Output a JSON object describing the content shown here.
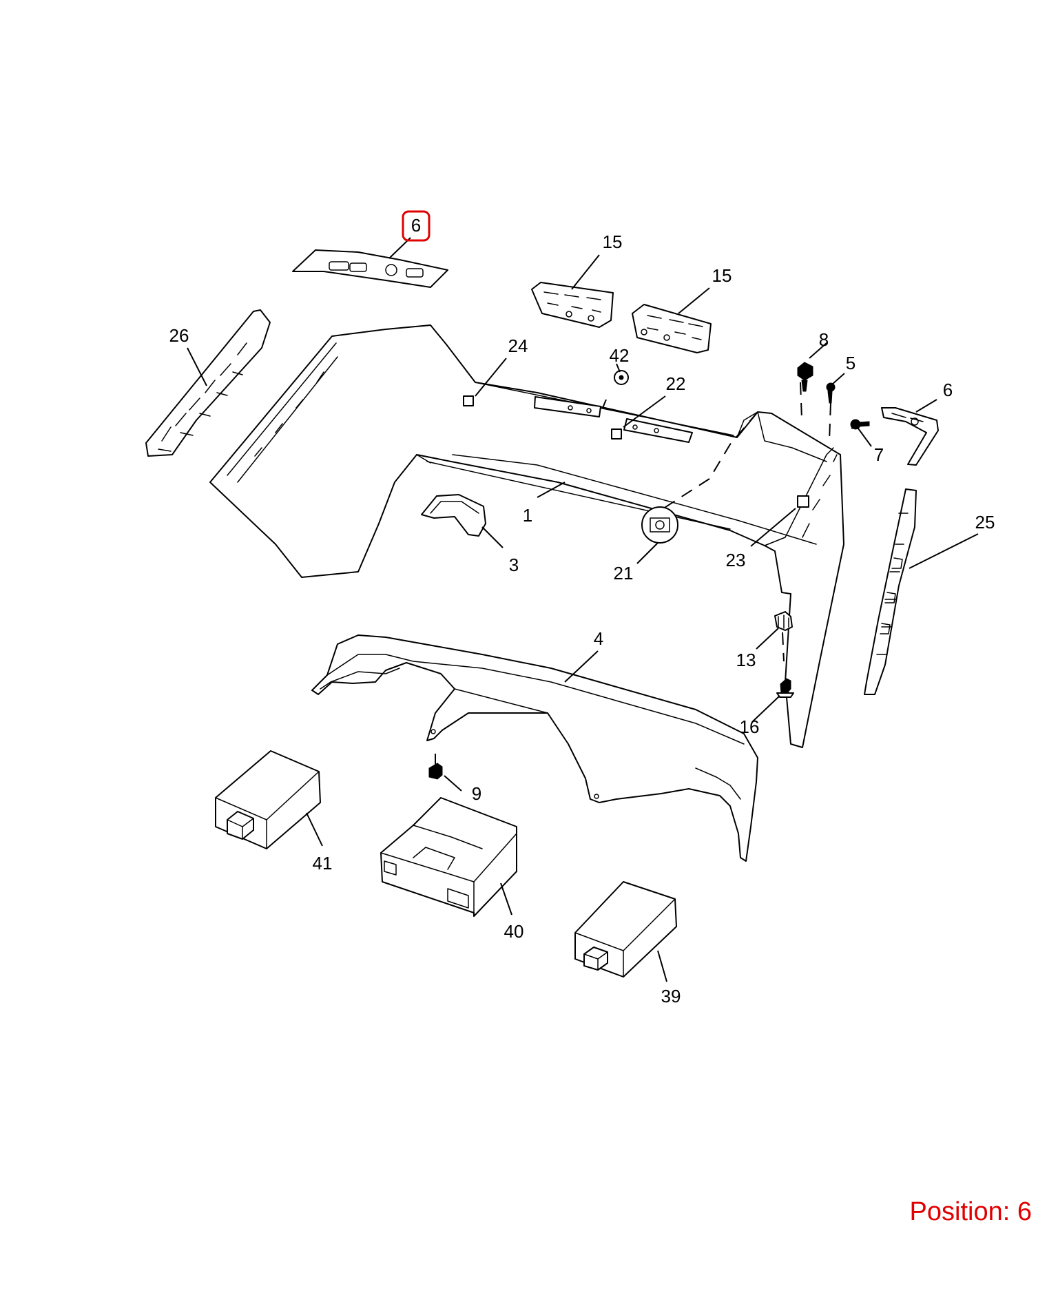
{
  "highlight_color": "#e00000",
  "position_label": "Position: 6",
  "highlighted_callout": "6",
  "callouts": [
    {
      "key": "c6a",
      "label": "6"
    },
    {
      "key": "c15a",
      "label": "15"
    },
    {
      "key": "c15b",
      "label": "15"
    },
    {
      "key": "c26",
      "label": "26"
    },
    {
      "key": "c24",
      "label": "24"
    },
    {
      "key": "c42",
      "label": "42"
    },
    {
      "key": "c22",
      "label": "22"
    },
    {
      "key": "c8",
      "label": "8"
    },
    {
      "key": "c5",
      "label": "5"
    },
    {
      "key": "c6b",
      "label": "6"
    },
    {
      "key": "c7",
      "label": "7"
    },
    {
      "key": "c1",
      "label": "1"
    },
    {
      "key": "c3",
      "label": "3"
    },
    {
      "key": "c21",
      "label": "21"
    },
    {
      "key": "c23",
      "label": "23"
    },
    {
      "key": "c25",
      "label": "25"
    },
    {
      "key": "c4",
      "label": "4"
    },
    {
      "key": "c13",
      "label": "13"
    },
    {
      "key": "c16",
      "label": "16"
    },
    {
      "key": "c9",
      "label": "9"
    },
    {
      "key": "c41",
      "label": "41"
    },
    {
      "key": "c40",
      "label": "40"
    },
    {
      "key": "c39",
      "label": "39"
    }
  ],
  "parts": [
    {
      "key": "bumper-cover",
      "icon": "bumper-cover-icon"
    },
    {
      "key": "lower-diffuser",
      "icon": "diffuser-icon"
    },
    {
      "key": "upper-bracket-left",
      "icon": "bracket-icon"
    },
    {
      "key": "upper-bracket-right",
      "icon": "bracket-icon"
    },
    {
      "key": "guide-left",
      "icon": "retainer-icon"
    },
    {
      "key": "guide-right",
      "icon": "retainer-icon"
    },
    {
      "key": "side-retainer-left",
      "icon": "side-retainer-icon"
    },
    {
      "key": "side-retainer-right",
      "icon": "side-retainer-icon"
    },
    {
      "key": "module-41",
      "icon": "control-module-icon"
    },
    {
      "key": "module-40",
      "icon": "control-module-icon"
    },
    {
      "key": "module-39",
      "icon": "control-module-icon"
    }
  ]
}
